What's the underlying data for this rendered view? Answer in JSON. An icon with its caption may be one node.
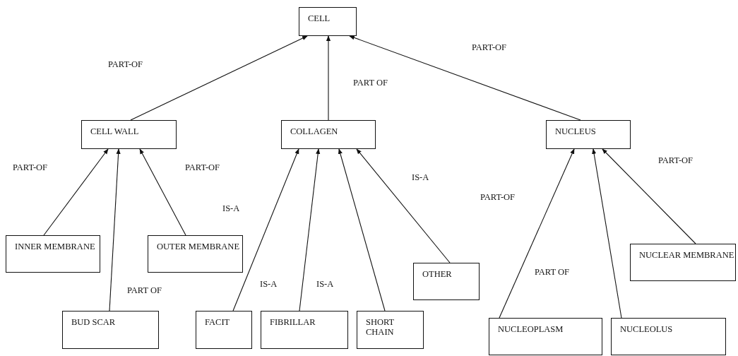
{
  "diagram": {
    "nodes": [
      {
        "text": [
          "CELL"
        ]
      },
      {
        "text": [
          "CELL WALL"
        ]
      },
      {
        "text": [
          "COLLAGEN"
        ]
      },
      {
        "text": [
          "NUCLEUS"
        ]
      },
      {
        "text": [
          "INNER MEMBRANE"
        ]
      },
      {
        "text": [
          "OUTER MEMBRANE"
        ]
      },
      {
        "text": [
          "NUCLEAR MEMBRANE"
        ]
      },
      {
        "text": [
          "OTHER"
        ]
      },
      {
        "text": [
          "BUD SCAR"
        ]
      },
      {
        "text": [
          "FACIT"
        ]
      },
      {
        "text": [
          "FIBRILLAR"
        ]
      },
      {
        "text": [
          "SHORT CHAIN"
        ]
      },
      {
        "text": [
          "NUCLEOPLASM"
        ]
      },
      {
        "text": [
          "NUCLEOLUS"
        ]
      }
    ],
    "edges": [
      {
        "from": 1,
        "to": 0,
        "arrow": "to"
      },
      {
        "from": 2,
        "to": 0,
        "arrow": "to"
      },
      {
        "from": 3,
        "to": 0,
        "arrow": "to"
      },
      {
        "from": 4,
        "to": 1,
        "arrow": "to"
      },
      {
        "from": 8,
        "to": 1,
        "arrow": "to"
      },
      {
        "from": 5,
        "to": 1,
        "arrow": "to"
      },
      {
        "from": 9,
        "to": 2,
        "arrow": "to"
      },
      {
        "from": 10,
        "to": 2,
        "arrow": "to"
      },
      {
        "from": 11,
        "to": 2,
        "arrow": "to"
      },
      {
        "from": 7,
        "to": 2,
        "arrow": "to"
      },
      {
        "from": 12,
        "to": 3,
        "arrow": "to"
      },
      {
        "from": 13,
        "to": 3,
        "arrow": "to"
      },
      {
        "from": 6,
        "to": 3,
        "arrow": "to"
      }
    ],
    "labels": [
      "PART-OF",
      "PART-OF",
      "PART OF",
      "PART-OF",
      "PART-OF",
      "PART-OF",
      "IS-A",
      "IS-A",
      "PART-OF",
      "IS-A",
      "IS-A",
      "PART OF",
      "PART OF"
    ]
  }
}
